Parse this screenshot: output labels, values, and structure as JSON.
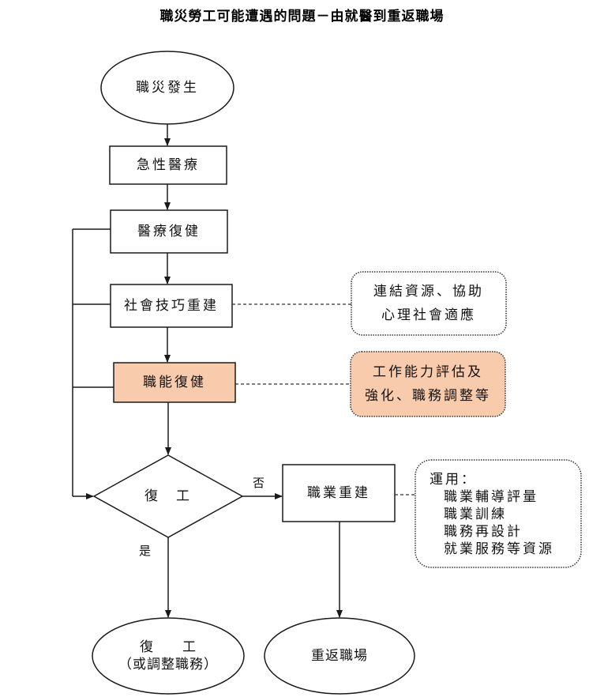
{
  "title": "職災勞工可能遭遇的問題－由就醫到重返職場",
  "colors": {
    "stroke": "#1a1a1a",
    "highlight_fill": "#F8CBAD",
    "background": "#FFFFFF"
  },
  "nodes": {
    "start": {
      "shape": "ellipse",
      "label": "職災發生"
    },
    "acute_care": {
      "shape": "rectangle",
      "label": "急性醫療"
    },
    "medical_rehab": {
      "shape": "rectangle",
      "label": "醫療復健"
    },
    "social_skills": {
      "shape": "rectangle",
      "label": "社會技巧重建"
    },
    "vocational_rehab": {
      "shape": "rectangle",
      "label": "職能復健",
      "highlighted": true
    },
    "return_decision": {
      "shape": "diamond",
      "label": "復　工"
    },
    "vocational_reconstruction": {
      "shape": "rectangle",
      "label": "職業重建"
    },
    "end_return_work": {
      "shape": "ellipse",
      "line1": "復　　工",
      "line2": "（或調整職務）"
    },
    "end_reemployment": {
      "shape": "ellipse",
      "label": "重返職場"
    }
  },
  "notes": {
    "social_support": {
      "line1": "連結資源、協助",
      "line2": "心理社會適應"
    },
    "work_capacity": {
      "line1": "工作能力評估及",
      "line2": "強化、職務調整等",
      "highlighted": true
    },
    "resources": {
      "heading": "運用：",
      "items": [
        "職業輔導評量",
        "職業訓練",
        "職務再設計",
        "就業服務等資源"
      ]
    }
  },
  "edge_labels": {
    "no": "否",
    "yes": "是"
  }
}
